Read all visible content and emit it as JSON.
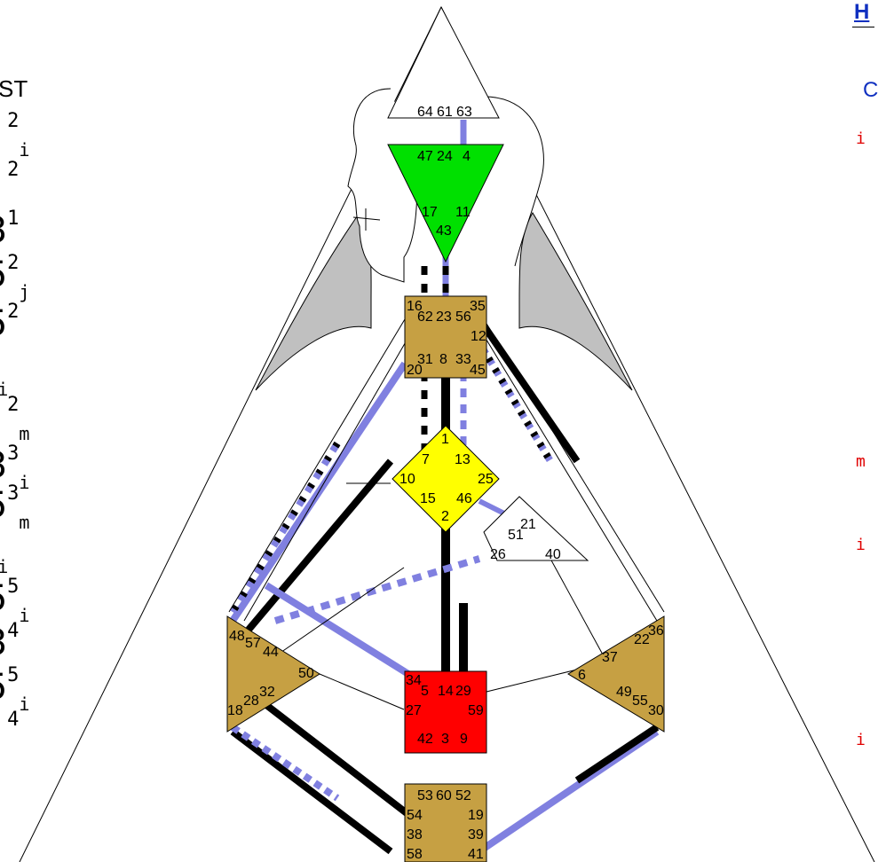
{
  "left_column": {
    "header": "ST",
    "rows": [
      {
        "sup": "2",
        "sub": "i"
      },
      {
        "sup": "2",
        "sub": ""
      },
      {
        "sup": "1",
        "sub": ""
      },
      {
        "sup": "2",
        "sub": "j"
      },
      {
        "sup": "2",
        "sub": ""
      },
      {
        "sup": "6",
        "sub": "i"
      },
      {
        "sup": "2",
        "sub": "m"
      },
      {
        "sup": "3",
        "sub": "i"
      },
      {
        "sup": "3",
        "sub": "m"
      },
      {
        "sup": "1",
        "sub": "i"
      },
      {
        "sup": "5",
        "sub": "i"
      },
      {
        "sup": "4",
        "sub": ""
      },
      {
        "sup": "5",
        "sub": "i"
      },
      {
        "sup": "4",
        "sub": ""
      }
    ]
  },
  "right_column": {
    "header": "H",
    "subheader": "C",
    "markers": [
      "i",
      "m",
      "i",
      "i"
    ]
  },
  "colors": {
    "head_center": "#ffffff",
    "ajna_center": "#00e000",
    "throat_center": "#c6a043",
    "g_center": "#ffff00",
    "heart_center": "#ffffff",
    "sacral_center": "#ff0000",
    "root_center": "#c6a043",
    "spleen_center": "#c6a043",
    "solar_plexus_center": "#c6a043",
    "design_activation": "#8080e0",
    "personality_activation": "#000000",
    "silhouette_shade": "#c0c0c0"
  },
  "gates": {
    "head": [
      "64",
      "61",
      "63"
    ],
    "ajna": [
      "47",
      "24",
      "4",
      "17",
      "11",
      "43"
    ],
    "throat": [
      "16",
      "62",
      "23",
      "56",
      "35",
      "12",
      "31",
      "8",
      "33",
      "20",
      "45"
    ],
    "g": [
      "1",
      "7",
      "13",
      "10",
      "25",
      "15",
      "46",
      "2"
    ],
    "heart": [
      "21",
      "51",
      "26",
      "40"
    ],
    "spleen": [
      "48",
      "57",
      "44",
      "50",
      "32",
      "28",
      "18"
    ],
    "solar_plexus": [
      "36",
      "22",
      "37",
      "6",
      "49",
      "55",
      "30"
    ],
    "sacral": [
      "34",
      "5",
      "14",
      "29",
      "27",
      "59",
      "42",
      "3",
      "9"
    ],
    "root": [
      "53",
      "60",
      "52",
      "54",
      "19",
      "38",
      "39",
      "58",
      "41"
    ]
  }
}
